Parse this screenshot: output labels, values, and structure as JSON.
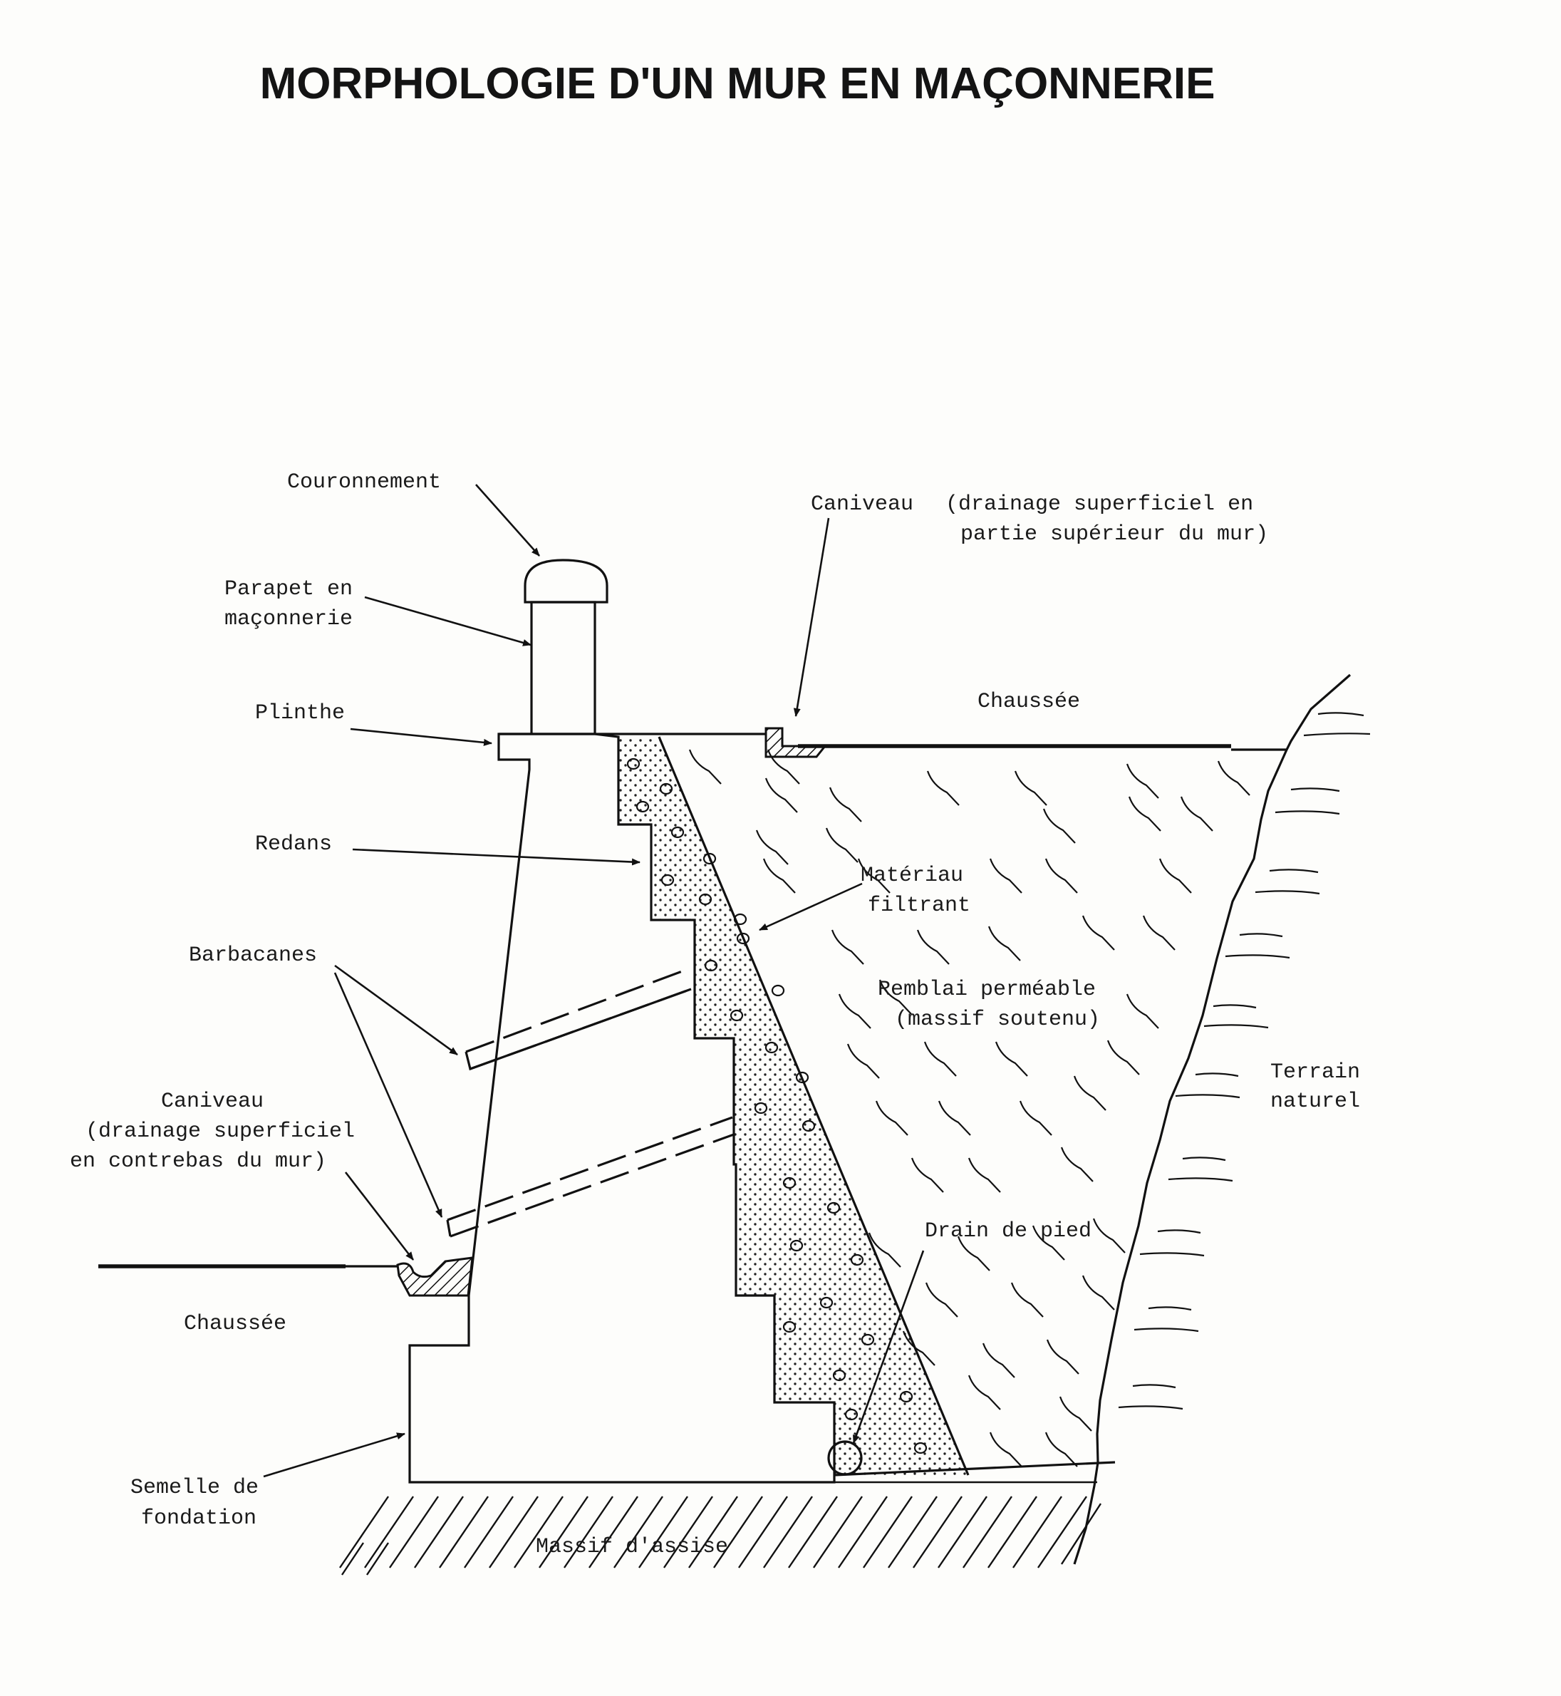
{
  "title": "MORPHOLOGIE D'UN MUR EN MAÇONNERIE",
  "labels": {
    "couronnement": "Couronnement",
    "parapet_l1": "Parapet en",
    "parapet_l2": "maçonnerie",
    "plinthe": "Plinthe",
    "redans": "Redans",
    "barbacanes": "Barbacanes",
    "caniveau_bas_l1": "Caniveau",
    "caniveau_bas_l2": "(drainage superficiel",
    "caniveau_bas_l3": "en contrebas du mur)",
    "chaussee_bas": "Chaussée",
    "semelle_l1": "Semelle de",
    "semelle_l2": "fondation",
    "massif_assise": "Massif d'assise",
    "caniveau_haut": "Caniveau",
    "caniveau_haut_desc_l1": "(drainage superficiel en",
    "caniveau_haut_desc_l2": "partie supérieur du mur)",
    "chaussee_haut": "Chaussée",
    "materiau_l1": "Matériau",
    "materiau_l2": "filtrant",
    "remblai_l1": "Remblai perméable",
    "remblai_l2": "(massif soutenu)",
    "terrain_l1": "Terrain",
    "terrain_l2": "naturel",
    "drain": "Drain de pied"
  }
}
